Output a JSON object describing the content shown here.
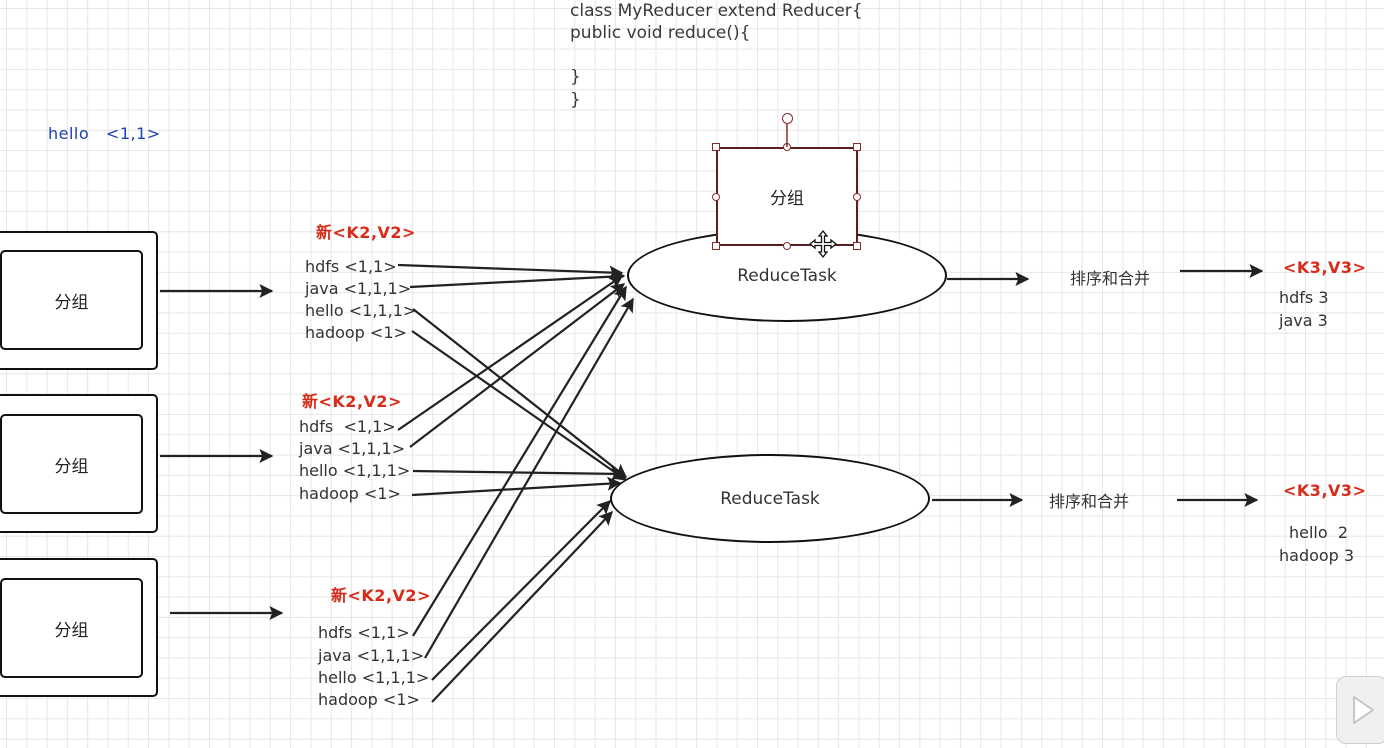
{
  "code": {
    "line1": "class MyReducer extend Reducer{",
    "line2": "public void reduce(){",
    "line3": "}",
    "line4": "}"
  },
  "note": "hello   <1,1>",
  "mappers": [
    {
      "label": "分组"
    },
    {
      "label": "分组"
    },
    {
      "label": "分组"
    }
  ],
  "groups": [
    {
      "title": "新<K2,V2>",
      "lines": [
        "hdfs <1,1>",
        "java <1,1,1>",
        "hello <1,1,1>",
        "hadoop <1>"
      ]
    },
    {
      "title": "新<K2,V2>",
      "lines": [
        "hdfs  <1,1>",
        "java <1,1,1>",
        "hello <1,1,1>",
        "hadoop <1>"
      ]
    },
    {
      "title": "新<K2,V2>",
      "lines": [
        "hdfs <1,1>",
        "java <1,1,1>",
        "hello <1,1,1>",
        "hadoop <1>"
      ]
    }
  ],
  "selected_shape": {
    "label": "分组"
  },
  "reducers": [
    {
      "label": "ReduceTask",
      "step": "排序和合并",
      "output_title": "<K3,V3>",
      "output_lines": [
        "hdfs 3",
        "java 3"
      ]
    },
    {
      "label": "ReduceTask",
      "step": "排序和合并",
      "output_title": "<K3,V3>",
      "output_lines": [
        "hello  2",
        "hadoop 3"
      ]
    }
  ],
  "colors": {
    "accent_red": "#d62c1a",
    "note_blue": "#1a3fb8",
    "grid": "#e6e6e6",
    "selection": "#8a2a2a"
  },
  "icons": {
    "move_cursor": "move-cursor-icon",
    "play": "play-icon"
  }
}
